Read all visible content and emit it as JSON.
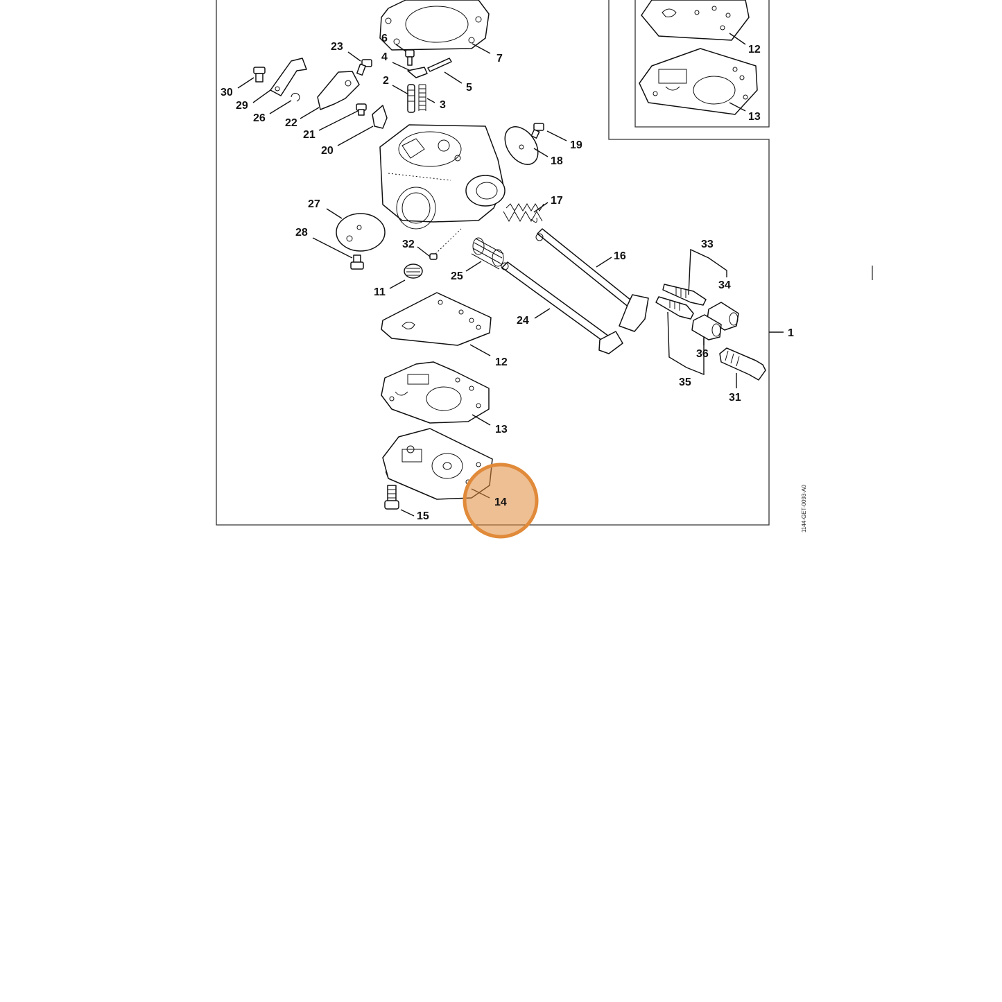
{
  "drawing_code": "1144-GET-0093-A0",
  "highlight": {
    "label": "14",
    "color": "#E08A3A"
  },
  "callouts": [
    {
      "id": "c1",
      "label": "1"
    },
    {
      "id": "c2",
      "label": "2"
    },
    {
      "id": "c3",
      "label": "3"
    },
    {
      "id": "c4",
      "label": "4"
    },
    {
      "id": "c5",
      "label": "5"
    },
    {
      "id": "c6",
      "label": "6"
    },
    {
      "id": "c7",
      "label": "7"
    },
    {
      "id": "c11",
      "label": "11"
    },
    {
      "id": "c12",
      "label": "12"
    },
    {
      "id": "c12b",
      "label": "12"
    },
    {
      "id": "c13",
      "label": "13"
    },
    {
      "id": "c13b",
      "label": "13"
    },
    {
      "id": "c14",
      "label": "14"
    },
    {
      "id": "c15",
      "label": "15"
    },
    {
      "id": "c16",
      "label": "16"
    },
    {
      "id": "c17",
      "label": "17"
    },
    {
      "id": "c18",
      "label": "18"
    },
    {
      "id": "c19",
      "label": "19"
    },
    {
      "id": "c20",
      "label": "20"
    },
    {
      "id": "c21",
      "label": "21"
    },
    {
      "id": "c22",
      "label": "22"
    },
    {
      "id": "c23",
      "label": "23"
    },
    {
      "id": "c24",
      "label": "24"
    },
    {
      "id": "c25",
      "label": "25"
    },
    {
      "id": "c26",
      "label": "26"
    },
    {
      "id": "c27",
      "label": "27"
    },
    {
      "id": "c28",
      "label": "28"
    },
    {
      "id": "c29",
      "label": "29"
    },
    {
      "id": "c30",
      "label": "30"
    },
    {
      "id": "c31",
      "label": "31"
    },
    {
      "id": "c32",
      "label": "32"
    },
    {
      "id": "c33",
      "label": "33"
    },
    {
      "id": "c34",
      "label": "34"
    },
    {
      "id": "c35",
      "label": "35"
    },
    {
      "id": "c36",
      "label": "36"
    }
  ]
}
